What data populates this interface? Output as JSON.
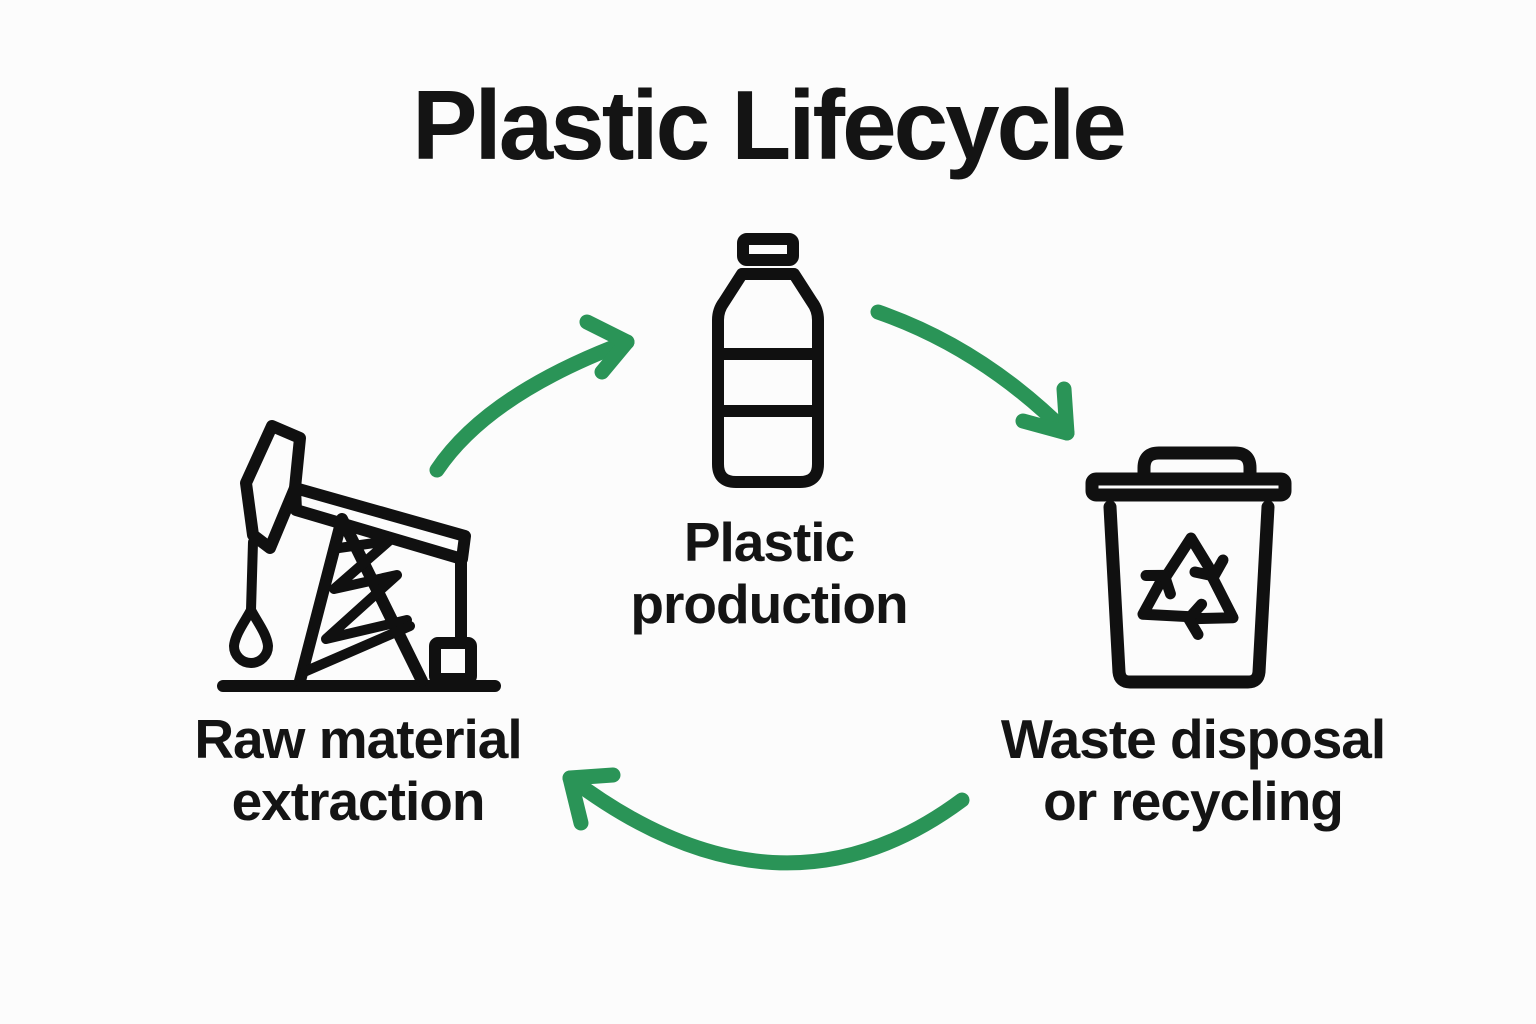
{
  "title": "Plastic Lifecycle",
  "colors": {
    "background": "#fcfcfc",
    "text": "#141414",
    "icon": "#101010",
    "arrow": "#2a9457"
  },
  "stages": [
    {
      "name": "raw-material-extraction",
      "icon": "oil-pump-jack-icon",
      "lines": [
        "Raw material",
        "extraction"
      ]
    },
    {
      "name": "plastic-production",
      "icon": "plastic-bottle-icon",
      "lines": [
        "Plastic",
        "production"
      ]
    },
    {
      "name": "waste-disposal-or-recycling",
      "icon": "recycling-bin-icon",
      "lines": [
        "Waste disposal",
        "or recycling"
      ]
    }
  ],
  "arrows": [
    {
      "name": "extraction-to-production-arrow",
      "from": "raw-material-extraction",
      "to": "plastic-production"
    },
    {
      "name": "production-to-disposal-arrow",
      "from": "plastic-production",
      "to": "waste-disposal-or-recycling"
    },
    {
      "name": "disposal-to-extraction-arrow",
      "from": "waste-disposal-or-recycling",
      "to": "raw-material-extraction"
    }
  ]
}
